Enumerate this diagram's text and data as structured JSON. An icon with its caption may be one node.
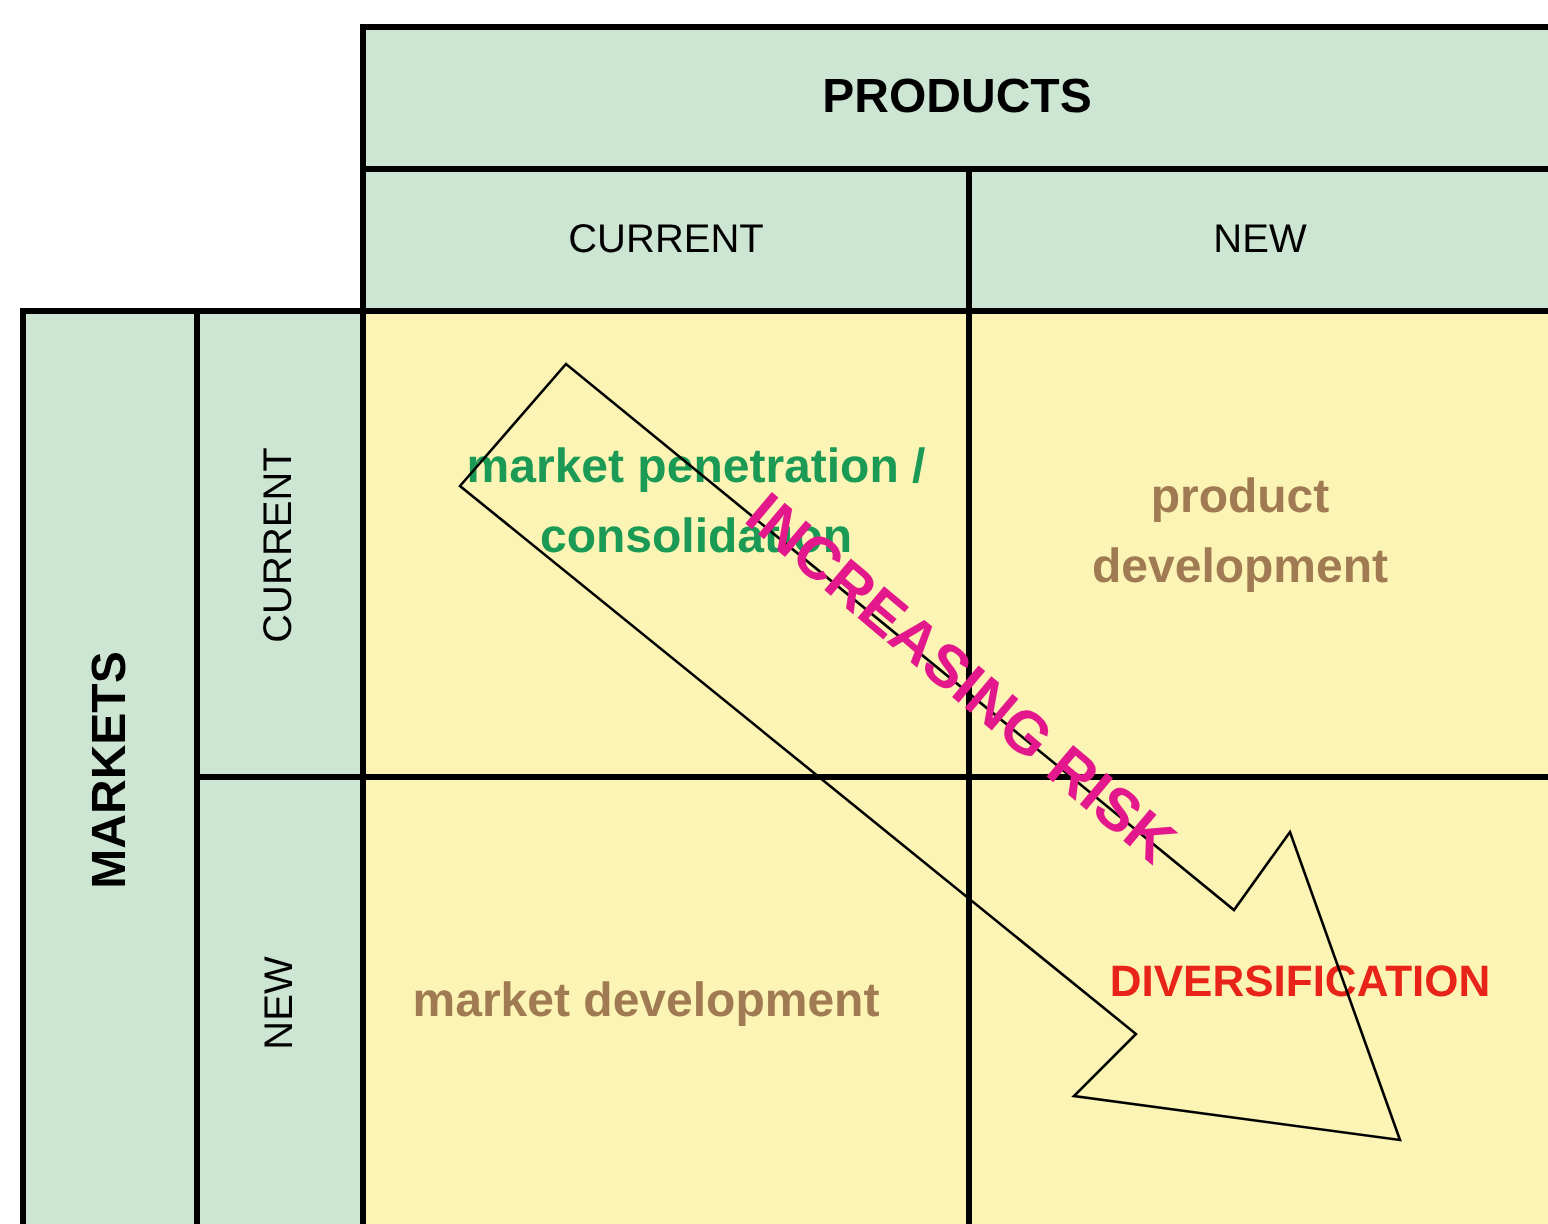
{
  "diagram": {
    "labels": [
      "PRODUCTS",
      "CURRENT",
      "NEW",
      "MARKETS",
      "CURRENT",
      "market penetration / consolidation",
      "product development",
      "INCREASING RISK",
      "NEW",
      "market development",
      "DIVERSIFICATION"
    ]
  }
}
